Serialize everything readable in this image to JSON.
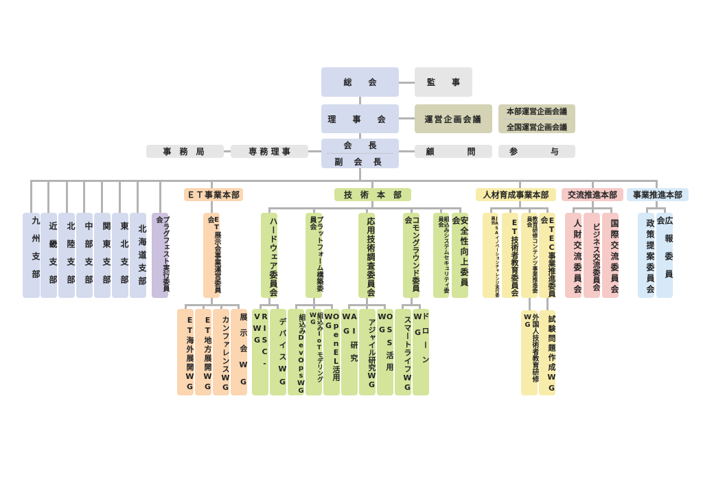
{
  "top": {
    "general_assembly": "総　　会",
    "auditor": "監　　事",
    "board": "理 事 会",
    "management_meeting": "運営企画会議",
    "hq_meeting": "本部運営企画会議",
    "national_meeting": "全国運営企画会議",
    "chairman": "会　　長",
    "vice_chairman": "副 会 長",
    "advisor": "顧　　問",
    "counselor": "参　　与",
    "secretariat": "事 務 局",
    "executive_director": "専 務 理 事"
  },
  "branches": [
    "九州支部",
    "近畿支部",
    "北陸支部",
    "中部支部",
    "関東支部",
    "東北支部",
    "北海道支部"
  ],
  "plugfest": "プラグフェスト実行委員会",
  "divisions": {
    "et": {
      "label": "ＥＴ事業本部",
      "committee": "ET展示会事業運営委員会",
      "wgs": [
        "ET海外展開WG",
        "ET地方展開WG",
        "カンファレンスWG",
        "展示会WG"
      ]
    },
    "tech": {
      "label": "技　術　本　部",
      "committees": [
        {
          "name": "ハードウェア委員会",
          "wgs": [
            "RISC-VWG",
            "デバイスWG"
          ]
        },
        {
          "name": "プラットフォーム構築委員会",
          "wgs": [
            "組込みDevOpsWG",
            "組込みIoTモデリングWG",
            "OpenEL活用WG"
          ]
        },
        {
          "name": "応用技術調査委員会",
          "wgs": [
            "AI研究WG",
            "アジャイル研究WG",
            "OSS活用WG"
          ]
        },
        {
          "name": "コモングラウンド委員会",
          "wgs": [
            "スマートライフWG",
            "ドローンWG"
          ]
        },
        {
          "name": "組込みシステムセキュリティ委員会",
          "wgs": []
        },
        {
          "name": "安全性向上委員会",
          "wgs": []
        }
      ]
    },
    "hr": {
      "label": "人材育成事業本部",
      "committees": [
        {
          "name": "JASAイノベーションチャレンジ実行委員会",
          "wgs": []
        },
        {
          "name": "ET技術者教育委員会",
          "wgs": []
        },
        {
          "name": "教育研修コンテンツ事業推進委員会",
          "wgs": [
            "外国人技術者教育研修WG"
          ]
        },
        {
          "name": "ETEC事業推進委員会",
          "wgs": [
            "試験問題作成WG"
          ]
        }
      ]
    },
    "exchange": {
      "label": "交流推進本部",
      "committees": [
        "人財交流委員会",
        "ビジネス交流委員会",
        "国際交流委員会"
      ]
    },
    "business": {
      "label": "事業推進本部",
      "committees": [
        "政策提案委員会",
        "広報委員会"
      ]
    }
  }
}
